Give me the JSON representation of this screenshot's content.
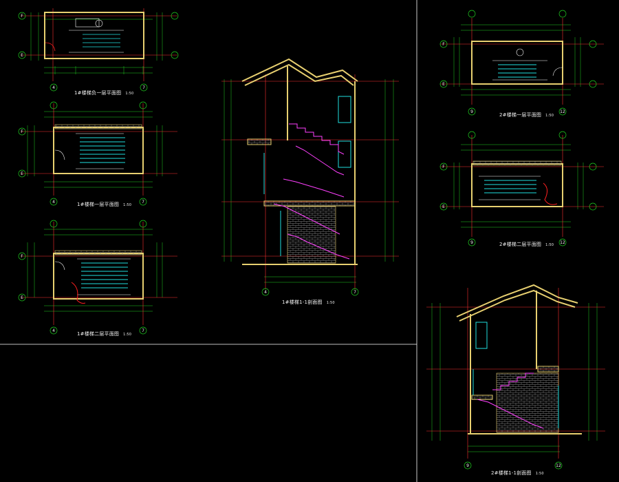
{
  "drawings": [
    {
      "id": "p1",
      "title": "1#楼梯负一层平面图",
      "scale": "1:50",
      "axes": [
        "4",
        "7"
      ],
      "rows": [
        "F",
        "E"
      ]
    },
    {
      "id": "p2",
      "title": "1#楼梯一层平面图",
      "scale": "1:50",
      "axes": [
        "4",
        "7"
      ],
      "rows": [
        "F",
        "E"
      ]
    },
    {
      "id": "p3",
      "title": "1#楼梯二层平面图",
      "scale": "1:50",
      "axes": [
        "4",
        "7"
      ],
      "rows": [
        "F",
        "E"
      ]
    },
    {
      "id": "s1",
      "title": "1#楼梯1-1剖面图",
      "scale": "1:50",
      "axes": [
        "4",
        "7"
      ]
    },
    {
      "id": "p4",
      "title": "2#楼梯一层平面图",
      "scale": "1:50",
      "axes": [
        "9",
        "12"
      ],
      "rows": [
        "F",
        "E"
      ]
    },
    {
      "id": "p5",
      "title": "2#楼梯二层平面图",
      "scale": "1:50",
      "axes": [
        "9",
        "12"
      ],
      "rows": [
        "F",
        "E"
      ]
    },
    {
      "id": "s2",
      "title": "2#楼梯1-1剖面图",
      "scale": "1:50",
      "axes": [
        "9",
        "12"
      ]
    }
  ],
  "colors": {
    "background": "#000000",
    "wall": "#e8d070",
    "stair": "#20e0e0",
    "section_stair": "#ff40ff",
    "axis": "#ff3030",
    "dimension": "#20d020",
    "text": "#f2f2f2",
    "frame": "#ffffff",
    "door": "#ff2020"
  }
}
